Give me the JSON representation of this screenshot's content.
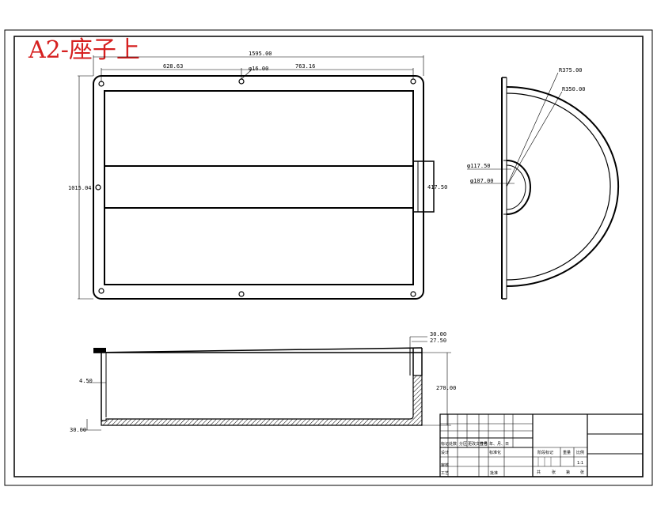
{
  "drawing": {
    "title": "A2-座子上",
    "title_color": "#d62020",
    "line_color": "#000000",
    "hatch_color": "#000000"
  },
  "top_view": {
    "overall_width": "1595.00",
    "left_segment": "628.63",
    "hole_dia": "φ16.00",
    "right_segment": "763.16",
    "height": "1015.04",
    "handle_height": "417.50"
  },
  "side_view": {
    "outer_radius": "R375.00",
    "inner_radius": "R350.00",
    "hub_outer_dia": "φ117.50",
    "hub_inner_dia": "φ107.00"
  },
  "section_view": {
    "wall_outer": "30.00",
    "wall_inner": "27.50",
    "depth": "270.00",
    "left_thickness": "4.50",
    "bottom_thickness": "30.00"
  },
  "title_block": {
    "row_a": [
      "标记",
      "处数",
      "分区",
      "更改文件号",
      "签名",
      "年、月、日"
    ],
    "design_label": "设计",
    "std_label": "标准化",
    "stage_label": "阶段标记",
    "weight_label": "重量",
    "scale_label": "比例",
    "scale_value": "1:1",
    "check_label": "审核",
    "process_label": "工艺",
    "approve_label": "批准",
    "sheet_total_label": "共",
    "sheet_unit_1": "张",
    "sheet_no_label": "第",
    "sheet_unit_2": "张"
  }
}
